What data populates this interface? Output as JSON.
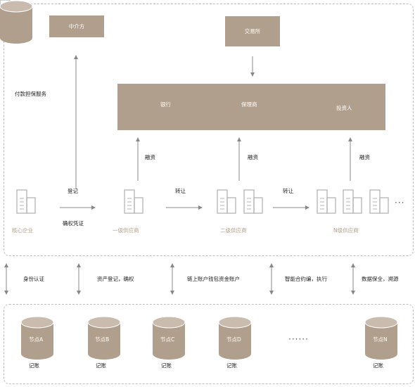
{
  "top_boxes": {
    "intermediary": "中介方",
    "exchange": "交易所"
  },
  "payment_guarantee": "付款担保服务",
  "finance_bar": {
    "bank": "银行",
    "factoring": "保理商",
    "investor": "投资人"
  },
  "arrow_labels": {
    "financing_1": "融资",
    "financing_2": "融资",
    "financing_3": "融资",
    "register": "登记",
    "confirm_credential": "确权凭证",
    "transfer_1": "转让",
    "transfer_2": "转让"
  },
  "entities": {
    "core": "核心企业",
    "tier1": "一级供应商",
    "tier2": "二级供应商",
    "tierN": "N级供应商",
    "more": "···"
  },
  "services": [
    "身份认证",
    "资产登记，确权",
    "链上账户钱包资金账户",
    "智能合约编，执行",
    "数据保全，溯源"
  ],
  "nodes": [
    {
      "label": "节点A",
      "caption": "记账"
    },
    {
      "label": "节点B",
      "caption": "记账"
    },
    {
      "label": "节点C",
      "caption": "记账"
    },
    {
      "label": "节点D",
      "caption": "记账"
    },
    {
      "label": "节点N",
      "caption": "记账"
    }
  ],
  "node_gap": "······",
  "colors": {
    "accent": "#b09f8c",
    "border": "#bdbdbd",
    "arrow": "#888888"
  }
}
